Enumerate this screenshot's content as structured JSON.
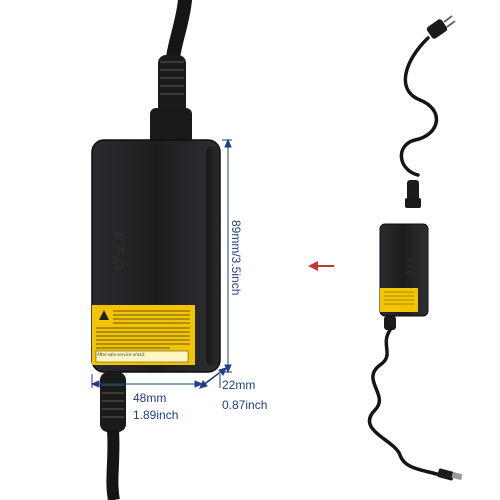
{
  "brand": {
    "logo_text": "KFD"
  },
  "dimensions": {
    "height_label": "89mm/3.5inch",
    "width_mm": "48mm",
    "width_inch": "1.89inch",
    "depth_mm": "22mm",
    "depth_inch": "0.87inch"
  },
  "label_sticker": {
    "service_note": "After-sale service email:"
  },
  "colors": {
    "adapter_body": "#1e1f21",
    "cable": "#151515",
    "dimension_lines": "#1f3f86",
    "arrow": "#c0392b",
    "warning_label": "#f5c400"
  }
}
